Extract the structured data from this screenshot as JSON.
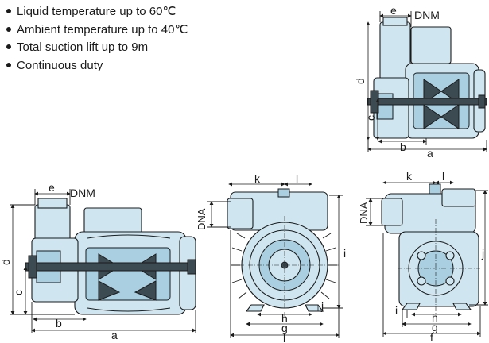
{
  "features": [
    "Liquid temperature up to 60℃",
    "Ambient temperature up to 40℃",
    "Total suction lift up to 9m",
    "Continuous duty"
  ],
  "labels": {
    "a": "a",
    "b": "b",
    "c": "c",
    "d": "d",
    "e": "e",
    "f": "f",
    "g": "g",
    "h": "h",
    "i": "i",
    "j": "j",
    "k": "k",
    "l": "l",
    "dnm": "DNM",
    "dna": "DNA"
  }
}
